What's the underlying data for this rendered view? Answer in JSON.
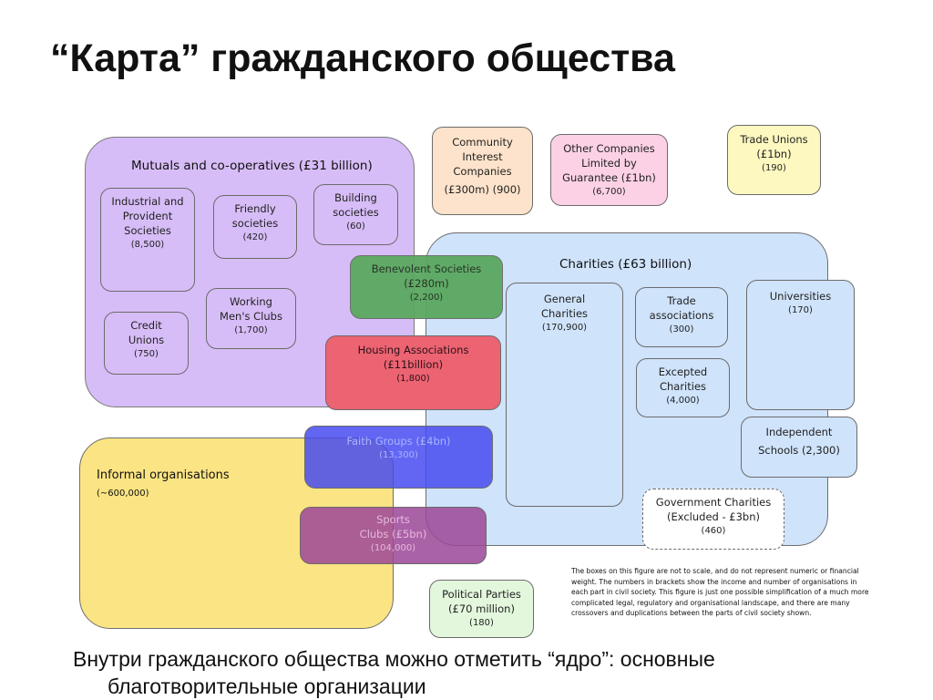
{
  "title": "“Карта” гражданского общества",
  "footer": {
    "line1": "Внутри гражданского общества можно отметить “ядро”: основные",
    "line2": "благотворительные организации"
  },
  "note": "The boxes on this figure are not to scale, and do not represent numeric or financial weight. The numbers in brackets show the income and number of organisations in each part in civil society. This figure is just one possible simplification of a much more complicated legal, regulatory and organisational landscape, and there are many crossovers and duplications between the parts of civil society shown.",
  "groups": {
    "mutuals": {
      "label": "Mutuals and co-operatives (£31 billion)",
      "color": "#d7bdf7"
    },
    "charities": {
      "label": "Charities (£63 billion)",
      "color": "#cfe3fb"
    },
    "informal": {
      "label": "Informal organisations",
      "count": "(~600,000)",
      "color": "#fbe483"
    }
  },
  "mutual_items": [
    {
      "lines": [
        "Industrial and",
        "Provident",
        "Societies"
      ],
      "count": "(8,500)"
    },
    {
      "lines": [
        "Friendly",
        "societies"
      ],
      "count": "(420)"
    },
    {
      "lines": [
        "Building",
        "societies"
      ],
      "count": "(60)"
    },
    {
      "lines": [
        "Credit",
        "Unions"
      ],
      "count": "(750)"
    },
    {
      "lines": [
        "Working",
        "Men's Clubs"
      ],
      "count": "(1,700)"
    }
  ],
  "charity_items": [
    {
      "lines": [
        "General",
        "Charities"
      ],
      "count": "(170,900)"
    },
    {
      "lines": [
        "Trade",
        "associations"
      ],
      "count": "(300)"
    },
    {
      "lines": [
        "Universities"
      ],
      "count": "(170)"
    },
    {
      "lines": [
        "Excepted",
        "Charities"
      ],
      "count": "(4,000)"
    },
    {
      "lines": [
        "Independent",
        "Schools (2,300)"
      ],
      "count": ""
    }
  ],
  "top_items": [
    {
      "lines": [
        "Community",
        "Interest",
        "Companies",
        "(£300m) (900)"
      ],
      "color": "#fde3cb"
    },
    {
      "lines": [
        "Other Companies",
        "Limited by",
        "Guarantee (£1bn)"
      ],
      "count": "(6,700)",
      "color": "#fcd1e6"
    },
    {
      "lines": [
        "Trade Unions",
        "(£1bn)"
      ],
      "count": "(190)",
      "color": "#fdf8bf"
    }
  ],
  "overlap_items": [
    {
      "lines": [
        "Benevolent Societies",
        "(£280m)"
      ],
      "count": "(2,200)",
      "color": "#5aa85f"
    },
    {
      "lines": [
        "Housing Associations",
        "(£11billion)"
      ],
      "count": "(1,800)",
      "color": "#ec6372"
    },
    {
      "lines": [
        "Faith Groups (£4bn)"
      ],
      "count": "(13,300)",
      "color": "#5a5ef0"
    },
    {
      "lines": [
        "Sports",
        "Clubs (£5bn)"
      ],
      "count": "(104,000)",
      "color": "#a3559c"
    }
  ],
  "gov_charities": {
    "lines": [
      "Government Charities",
      "(Excluded - £3bn)"
    ],
    "count": "(460)"
  },
  "political": {
    "lines": [
      "Political Parties",
      "(£70 million)"
    ],
    "count": "(180)",
    "color": "#e3f7dd"
  }
}
